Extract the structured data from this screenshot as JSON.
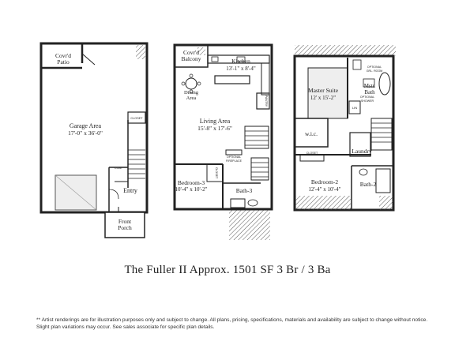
{
  "caption": "The Fuller II Approx. 1501 SF 3 Br / 3 Ba",
  "disclaimer_line1": "** Artist renderings are for illustration purposes only and subject to change. All plans, pricing, specifications, materials and availability are subject to change without notice.",
  "disclaimer_line2": "Slight plan variations may occur. See sales associate for specific plan details.",
  "floor1": {
    "patio_line1": "Covr'd",
    "patio_line2": "Patio",
    "garage_line1": "Garage Area",
    "garage_line2": "17'-0\" x 36'-0\"",
    "closet": "CLOSET",
    "coat": "COAT",
    "entry": "Entry",
    "porch_line1": "Front",
    "porch_line2": "Porch"
  },
  "floor2": {
    "balcony_line1": "Covr'd",
    "balcony_line2": "Balcony",
    "kitchen_line1": "Kitchen",
    "kitchen_line2": "13'-1\" x 8'-4\"",
    "dining_line1": "Dining",
    "dining_line2": "Area",
    "pantry": "PANTRY",
    "living_line1": "Living Area",
    "living_line2": "15'-8\" x 17'-6\"",
    "fireplace_line1": "OPTIONAL",
    "fireplace_line2": "FIREPLACE",
    "bedroom3_line1": "Bedroom-3",
    "bedroom3_line2": "10'-4\" x 10'-2\"",
    "bath3": "Bath-3",
    "closet": "CLOSET"
  },
  "floor3": {
    "optional_tub_line1": "OPTIONAL",
    "optional_tub_line2": "GRL. ROOM",
    "master_suite_line1": "Master Suite",
    "master_suite_line2": "12' x 15'-2\"",
    "mstr_bath_line1": "Mstr.",
    "mstr_bath_line2": "Bath",
    "optional_shower_line1": "OPTIONAL",
    "optional_shower_line2": "SHOWER",
    "lin": "LIN",
    "wic": "w.i.c.",
    "laundry": "Laundry",
    "closet": "CLOSET",
    "bedroom2_line1": "Bedroom-2",
    "bedroom2_line2": "12'-4\" x 10'-4\"",
    "bath2": "Bath-2"
  }
}
